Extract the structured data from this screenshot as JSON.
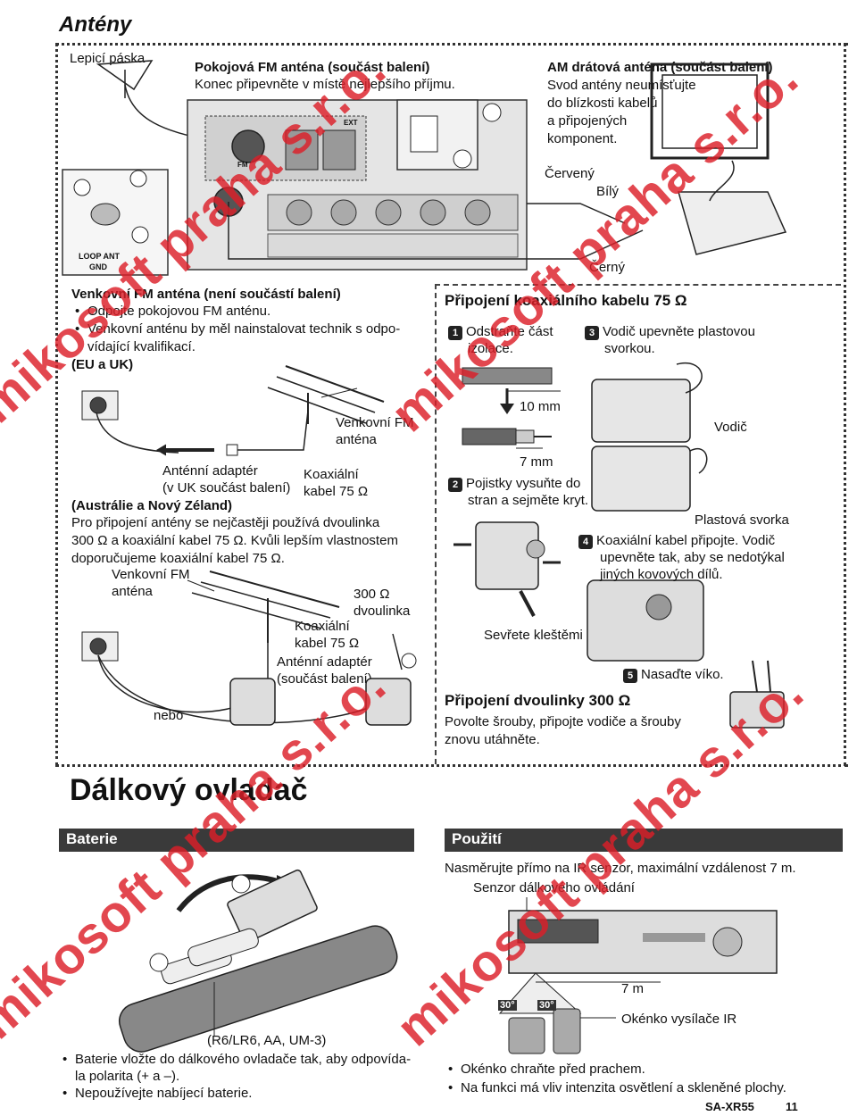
{
  "antennas": {
    "heading": "Antény",
    "tape_label": "Lepicí páska",
    "room_fm": {
      "title": "Pokojová FM anténa (součást balení)",
      "text": "Konec připevněte v místě nejlepšího příjmu."
    },
    "am_loop": {
      "title": "AM drátová anténa (součást balení)",
      "lines": [
        "Svod antény neumísťujte",
        "do blízkosti kabelů",
        "a připojených",
        "komponent."
      ],
      "wire_red": "Červený",
      "wire_white": "Bílý",
      "wire_black": "Černý"
    },
    "outdoor_fm": {
      "title": "Venkovní FM anténa (není součástí balení)",
      "bullets": [
        "Odpojte pokojovou FM anténu.",
        "Venkovní anténu by měl nainstalovat technik s odpo-",
        "vídající kvalifikací."
      ],
      "region_eu": "(EU a UK)",
      "antenna_label": [
        "Venkovní FM",
        "anténa"
      ],
      "adapter_label": [
        "Anténní adaptér",
        "(v UK součást balení)"
      ],
      "coax_label": [
        "Koaxiální",
        "kabel 75 Ω"
      ],
      "region_au": "(Austrálie a Nový Zéland)",
      "au_text": [
        "Pro připojení antény se nejčastěji používá dvoulinka",
        "300 Ω a koaxiální kabel 75 Ω. Kvůli lepším vlastnostem",
        "doporučujeme koaxiální kabel 75 Ω."
      ],
      "au_antenna_label": [
        "Venkovní FM",
        "anténa"
      ],
      "twin_label": [
        "300 Ω",
        "dvoulinka"
      ],
      "au_coax_label": [
        "Koaxiální",
        "kabel 75 Ω"
      ],
      "au_adapter_label": [
        "Anténní adaptér",
        "(součást balení)"
      ],
      "or_label": "nebo"
    },
    "coax": {
      "title": "Připojení koaxiálního kabelu 75 Ω",
      "step1": [
        "Odstraňte část",
        "izolace."
      ],
      "step3": [
        "Vodič upevněte plastovou",
        "svorkou."
      ],
      "dim_10": "10 mm",
      "dim_7": "7 mm",
      "conductor": "Vodič",
      "step2": [
        "Pojistky vysuňte do",
        "stran a sejměte kryt."
      ],
      "plastic_clamp": "Plastová svorka",
      "step4": [
        "Koaxiální kabel připojte. Vodič",
        "upevněte tak, aby se nedotýkal",
        "jiných kovových dílů."
      ],
      "pliers": "Sevřete kleštěmi",
      "step5": "Nasaďte víko.",
      "step_nums": [
        "1",
        "2",
        "3",
        "4",
        "5"
      ]
    },
    "twin": {
      "title": "Připojení dvoulinky 300 Ω",
      "text": [
        "Povolte šrouby, připojte vodiče a šrouby",
        "znovu utáhněte."
      ]
    }
  },
  "remote": {
    "heading": "Dálkový ovladač",
    "batteries_bar": "Baterie",
    "battery_type": "(R6/LR6, AA, UM-3)",
    "battery_bullets": [
      "Baterie vložte do dálkového ovladače tak, aby odpovída-",
      "la polarita (+ a –).",
      "Nepoužívejte nabíjecí baterie."
    ],
    "usage_bar": "Použití",
    "usage_text": "Nasměrujte přímo na IR senzor, maximální vzdálenost 7 m.",
    "sensor_label": "Senzor dálkového ovládání",
    "distance": "7 m",
    "window_label": "Okénko vysílače IR",
    "angle_left": "30°",
    "angle_right": "30°",
    "usage_bullets": [
      "Okénko chraňte před prachem.",
      "Na funkci má vliv intenzita osvětlení a skleněné plochy."
    ]
  },
  "footer": {
    "model": "SA-XR55",
    "page": "11"
  },
  "watermarks": [
    "mikosoft praha s.r.o.",
    "mikosoft praha s.r.o.",
    "mikosoft praha s.r.o.",
    "mikosoft praha s.r.o."
  ],
  "diagram_labels": {
    "loop_ant": "LOOP ANT",
    "gnd": "GND",
    "fm": "FM",
    "ext": "EXT"
  },
  "colors": {
    "watermark": "#dc1e28",
    "bar": "#3a3a3a"
  }
}
